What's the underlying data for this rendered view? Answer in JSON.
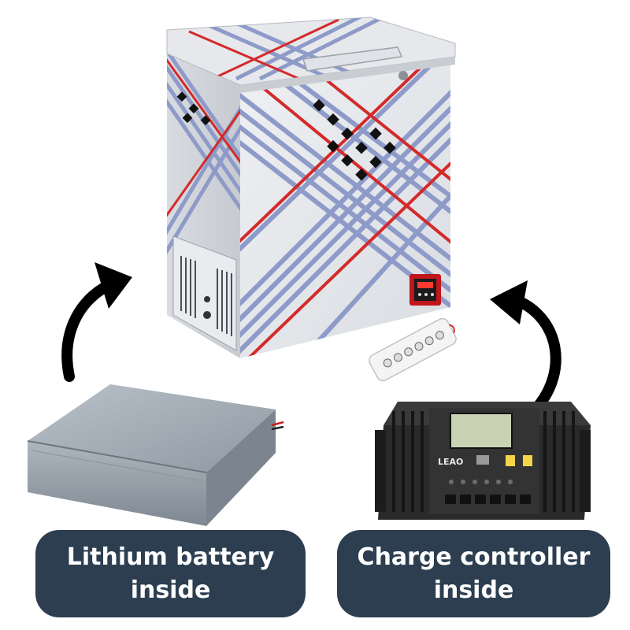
{
  "labels": {
    "battery_line1": "Lithium battery",
    "battery_line2": "inside",
    "controller_line1": "Charge controller",
    "controller_line2": "inside"
  },
  "controller_brand": "LEAO",
  "colors": {
    "pill_background": "#2c3e50",
    "pill_text": "#ffffff",
    "arrow": "#000000",
    "freezer_body": "#e4e6ea",
    "plaid_blue": "#8e9bc9",
    "plaid_red": "#d42a2a",
    "battery_metal": "#a7b0b8",
    "controller_body": "#2a2a2a"
  }
}
